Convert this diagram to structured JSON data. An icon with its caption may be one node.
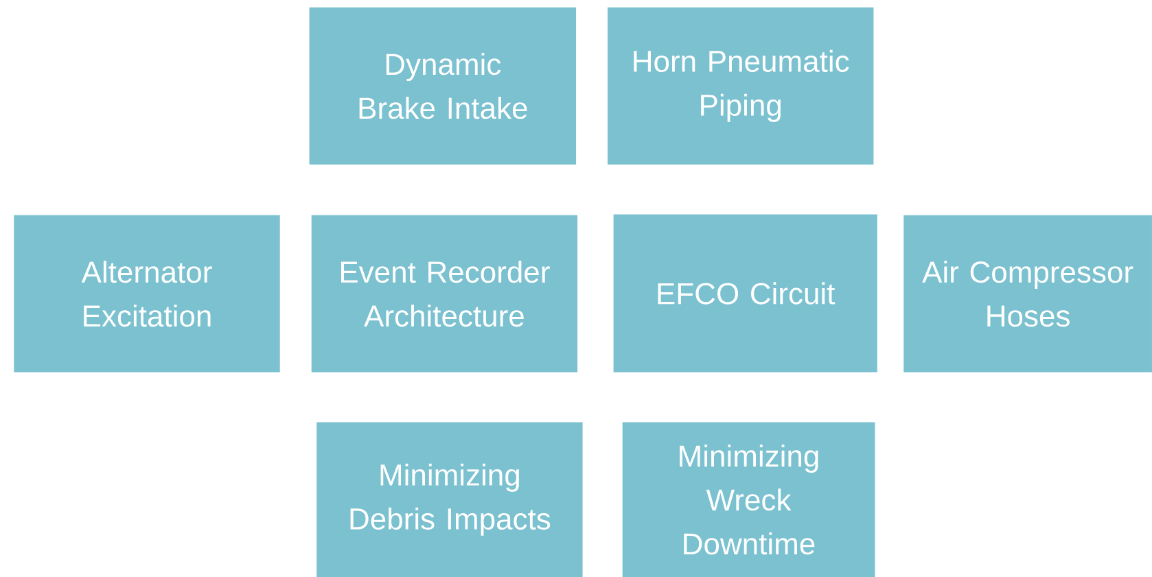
{
  "diagram": {
    "nodes": [
      {
        "text": [
          "Dynamic Brake Intake"
        ]
      },
      {
        "text": [
          "Horn Pneumatic Piping"
        ]
      },
      {
        "text": [
          "Alternator Excitation"
        ]
      },
      {
        "text": [
          "Event Recorder Architecture"
        ]
      },
      {
        "text": [
          "EFCO Circuit"
        ]
      },
      {
        "text": [
          "Air Compressor Hoses"
        ]
      },
      {
        "text": [
          "Minimizing Debris Impacts"
        ]
      },
      {
        "text": [
          "Minimizing Wreck Downtime"
        ]
      }
    ]
  }
}
